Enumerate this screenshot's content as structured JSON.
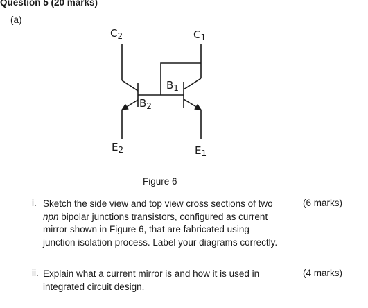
{
  "heading": "Question 5 (20 marks)",
  "part_label": "(a)",
  "figure": {
    "caption": "Figure 6",
    "labels": {
      "c2": "C",
      "c2_sub": "2",
      "c1": "C",
      "c1_sub": "1",
      "b1": "B",
      "b1_sub": "1",
      "b2": "B",
      "b2_sub": "2",
      "e2": "E",
      "e2_sub": "2",
      "e1": "E",
      "e1_sub": "1"
    }
  },
  "questions": [
    {
      "number": "i.",
      "lines": [
        "Sketch the side view and top view cross sections of two",
        "bipolar junctions transistors, configured as current",
        "mirror shown in Figure 6, that are fabricated using",
        "junction isolation process. Label your diagrams correctly."
      ],
      "italic_word": "npn",
      "marks": "(6 marks)"
    },
    {
      "number": "ii.",
      "lines": [
        "Explain what a current mirror is and how it is used in",
        "integrated circuit design."
      ],
      "marks": "(4 marks)"
    }
  ]
}
